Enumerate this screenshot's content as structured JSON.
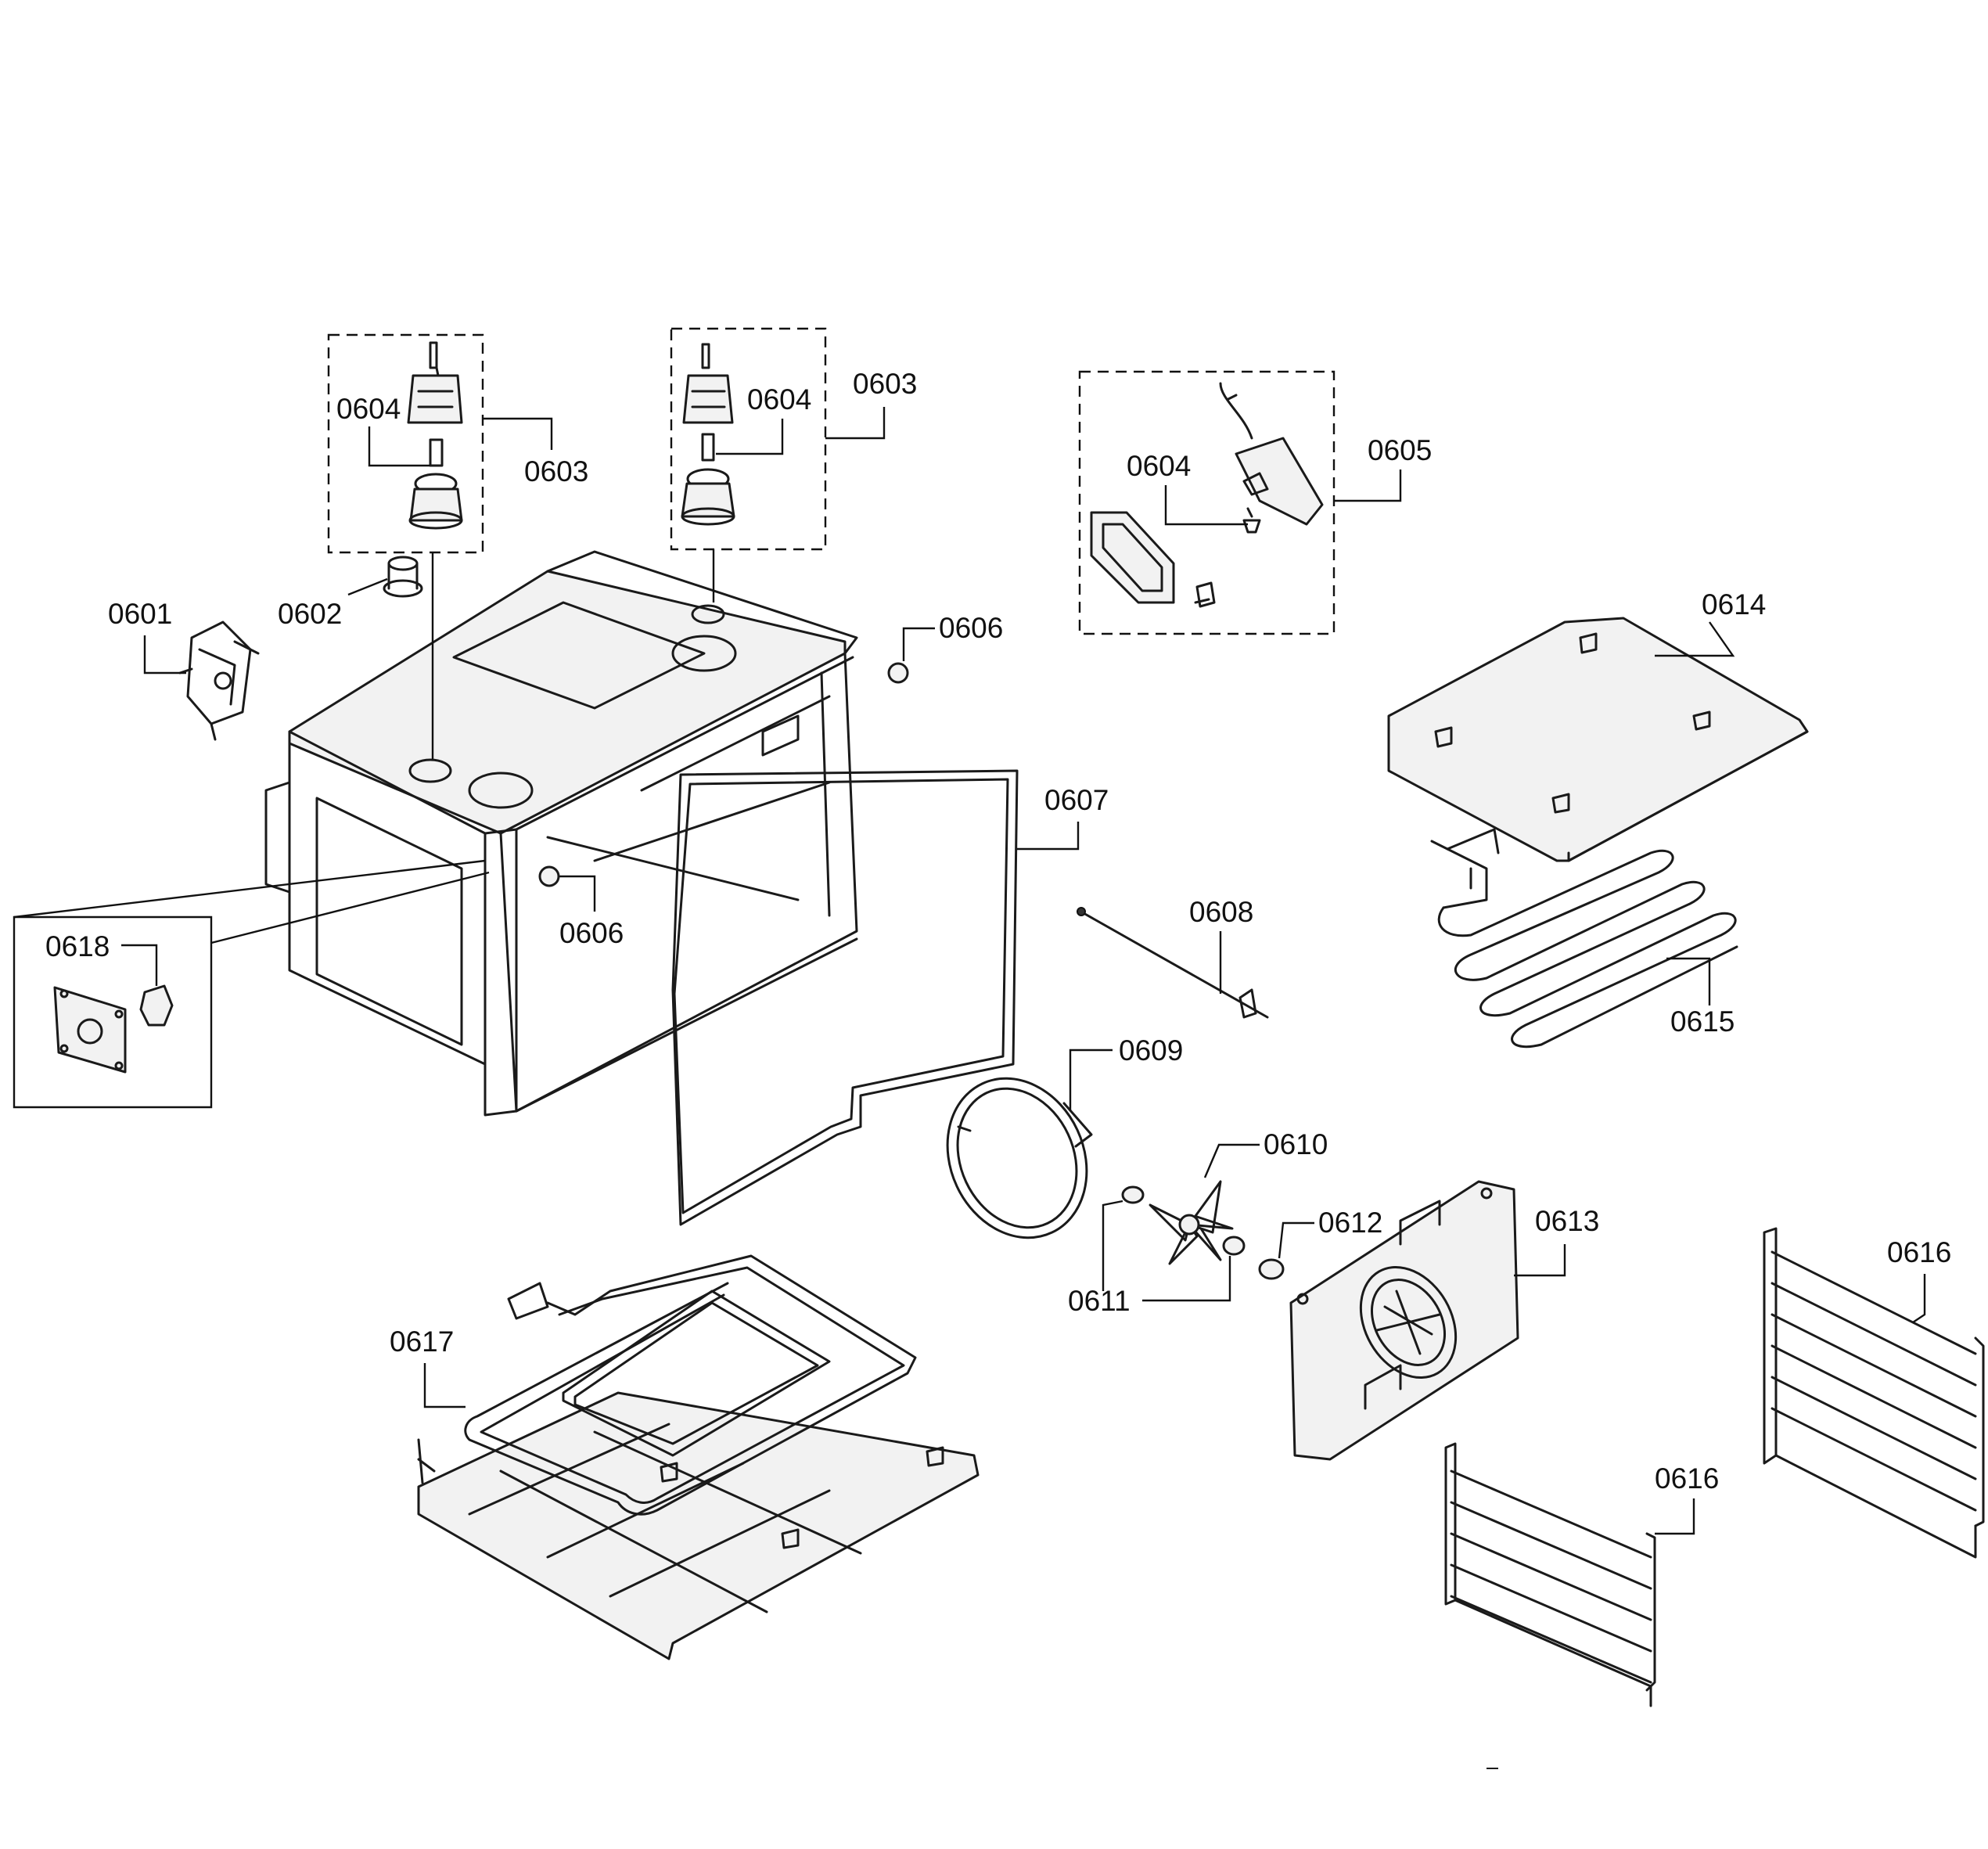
{
  "callouts": {
    "c0601": "0601",
    "c0602": "0602",
    "c0603a": "0603",
    "c0603b": "0603",
    "c0604a": "0604",
    "c0604b": "0604",
    "c0604c": "0604",
    "c0605": "0605",
    "c0606a": "0606",
    "c0606b": "0606",
    "c0607": "0607",
    "c0608": "0608",
    "c0609": "0609",
    "c0610": "0610",
    "c0611": "0611",
    "c0612": "0612",
    "c0613": "0613",
    "c0614": "0614",
    "c0615": "0615",
    "c0616a": "0616",
    "c0616b": "0616",
    "c0617": "0617",
    "c0618": "0618"
  },
  "colors": {
    "line": "#1a1a1a",
    "background": "#ffffff"
  }
}
